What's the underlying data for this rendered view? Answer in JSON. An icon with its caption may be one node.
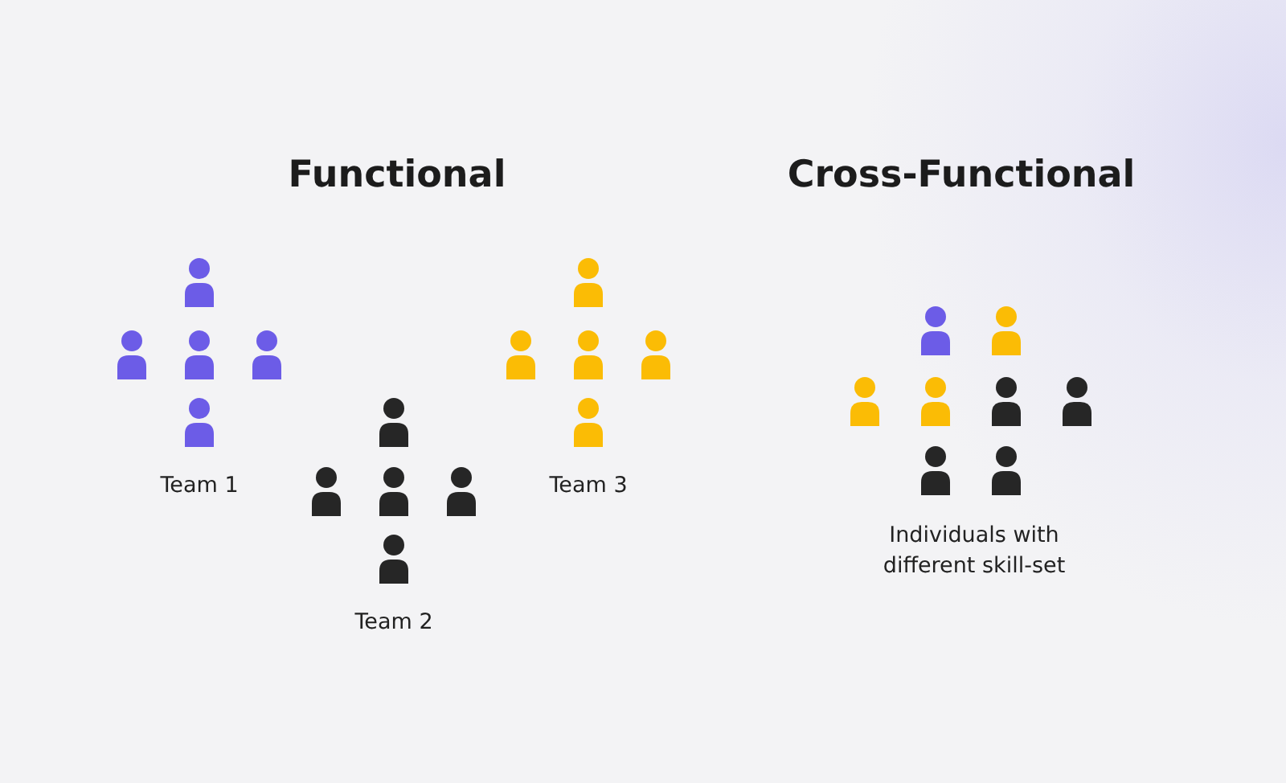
{
  "diagram": {
    "labels": [
      "Functional",
      "Cross-Functional",
      "Team 1",
      "Team 3",
      "Team 2",
      "Individuals with different skill-set"
    ]
  }
}
